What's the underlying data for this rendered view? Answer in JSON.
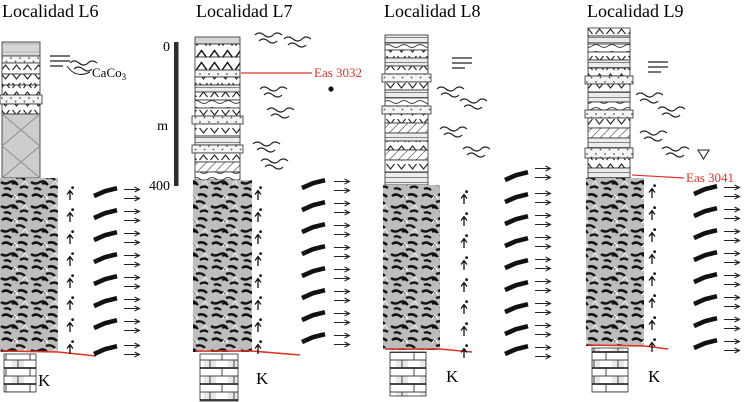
{
  "figure": {
    "kind": "stratigraphic-columns"
  },
  "localities": [
    "Localidad L6",
    "Localidad L7",
    "Localidad L8",
    "Localidad L9"
  ],
  "scale": {
    "top": "0",
    "unit": "m",
    "bottom": "400"
  },
  "annotations": {
    "caco3_base": "CaCo",
    "caco3_sub": "3",
    "sample_l7": "Eas 3032",
    "sample_l9": "Eas 3041"
  },
  "k_labels": [
    "K",
    "K",
    "K",
    "K"
  ],
  "colors": {
    "contact_red": "#e03227",
    "sample_red": "#e03227",
    "ink": "#1a1a1a",
    "covered_gray": "#cdcdcd"
  },
  "symbols": {
    "plant": "plant-fossil-icon",
    "wood": "wood-fragment-icon",
    "paleocurrent": "paleocurrent-arrow-icon",
    "ripples": "ripple-squiggle-icon",
    "planar": "planar-lamination-icon",
    "sample_point": "sample-dot-icon",
    "marker": "open-triangle-icon"
  }
}
